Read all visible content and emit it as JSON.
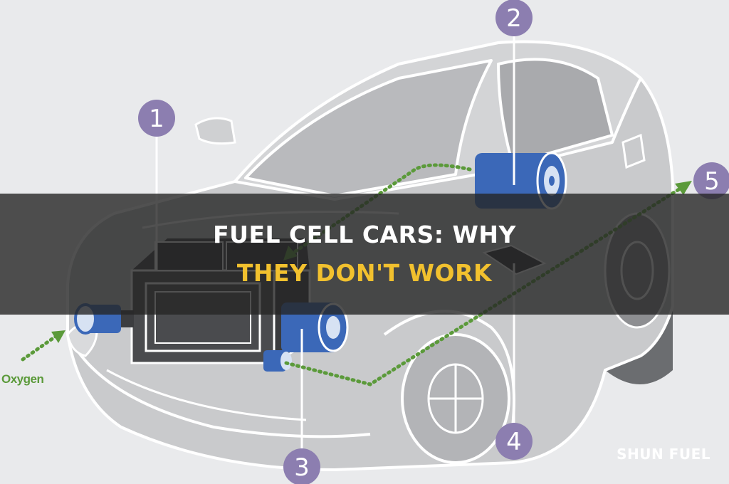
{
  "colors": {
    "accent_title": "#f2c12e",
    "badge_purple": "#8c7eb0",
    "arrow_green": "#5b9a3a",
    "cylinder_blue": "#3b68b8"
  },
  "diagram": {
    "badges": [
      {
        "number": "1",
        "refers_to": "fuel-cell-stack"
      },
      {
        "number": "2",
        "refers_to": "hydrogen-tank"
      },
      {
        "number": "3",
        "refers_to": "front-cylinder"
      },
      {
        "number": "4",
        "refers_to": "battery"
      },
      {
        "number": "5",
        "refers_to": "exhaust"
      }
    ],
    "oxygen_label": "Oxygen"
  },
  "title": {
    "line1": "FUEL CELL CARS: WHY",
    "line2": "THEY DON'T WORK"
  },
  "brand": "SHUN FUEL"
}
